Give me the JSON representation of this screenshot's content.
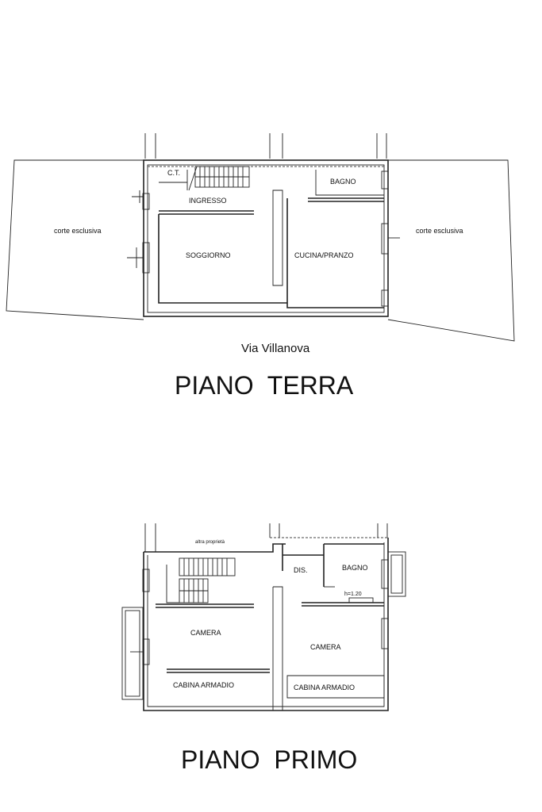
{
  "ground_floor": {
    "title": "PIANO  TERRA",
    "street": "Via Villanova",
    "rooms": {
      "ct": "C.T.",
      "ingresso": "INGRESSO",
      "bagno": "BAGNO",
      "soggiorno": "SOGGIORNO",
      "cucina": "CUCINA/PRANZO",
      "corte_left": "corte esclusiva",
      "corte_right": "corte esclusiva"
    }
  },
  "first_floor": {
    "title": "PIANO  PRIMO",
    "rooms": {
      "altra": "altra proprietà",
      "dis": "DIS.",
      "bagno": "BAGNO",
      "height_note": "h=1.20",
      "camera_left": "CAMERA",
      "camera_right": "CAMERA",
      "cabina_left": "CABINA ARMADIO",
      "cabina_right": "CABINA ARMADIO"
    }
  }
}
